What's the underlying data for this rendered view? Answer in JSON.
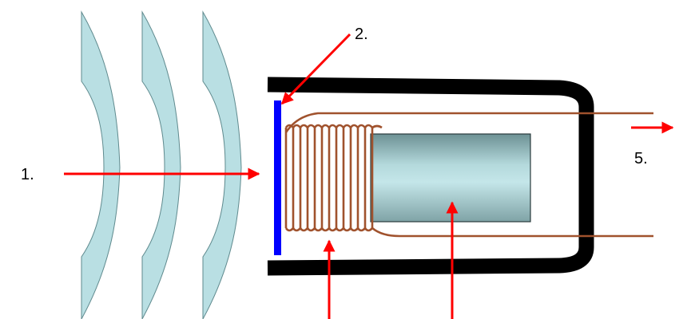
{
  "labels": {
    "sound_waves": "1.",
    "diaphragm": "2.",
    "output": "5."
  },
  "colors": {
    "wavefront_fill": "#b9dfe3",
    "wavefront_stroke": "#5f8a8e",
    "housing": "#000000",
    "diaphragm": "#0000ff",
    "coil_wire": "#a0522d",
    "arrow": "#ff0000",
    "magnet_light": "#c4e6e9",
    "magnet_dark": "#6d9194"
  }
}
